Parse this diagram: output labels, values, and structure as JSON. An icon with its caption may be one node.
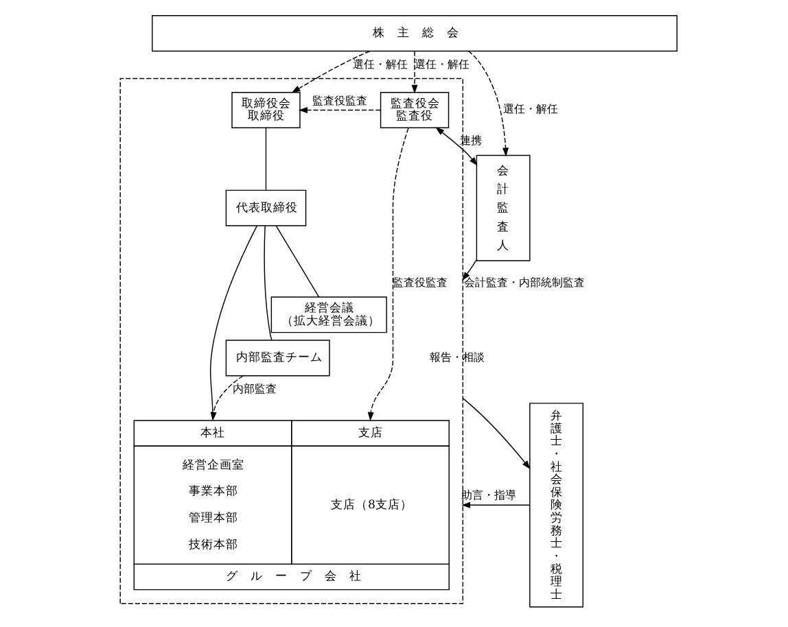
{
  "diagram": {
    "nodes": [
      {
        "text": [
          "株　主　総　会"
        ]
      },
      {
        "text": [
          "弁護士・社会保険労務士・税理士"
        ]
      },
      {
        "text": [],
        "shape": "box"
      },
      {
        "text": [
          "取締役会",
          "取締役"
        ],
        "in": 2
      },
      {
        "text": [
          "監査役会",
          "監査役"
        ],
        "in": 2
      },
      {
        "text": [
          "代表取締役"
        ],
        "in": 2
      },
      {
        "text": [
          "経営会議",
          "（拡大経営会議）"
        ],
        "in": 2
      },
      {
        "text": [
          "内部監査チーム"
        ],
        "in": 2
      },
      {
        "text": [
          "本社",
          "支店",
          "経営企画室",
          "事業本部",
          "管理本部",
          "技術本部",
          "支店（8支店）",
          "グ　ル　ー　プ　会　社"
        ],
        "in": 2
      },
      {
        "text": [
          "会計監査人"
        ]
      }
    ],
    "edges": [
      {
        "from": 0,
        "to": 3,
        "arrow": "to",
        "label": "選任・解任",
        "style": "dashed"
      },
      {
        "from": 0,
        "to": 4,
        "arrow": "to",
        "label": "選任・解任",
        "style": "dashed"
      },
      {
        "from": 0,
        "to": 9,
        "arrow": "to",
        "label": "選任・解任",
        "style": "dashed"
      },
      {
        "from": 4,
        "to": 3,
        "arrow": "to",
        "label": "監査役監査",
        "style": "dashed"
      },
      {
        "from": 4,
        "to": 9,
        "arrow": "both",
        "label": "連携"
      },
      {
        "from": 3,
        "to": 5,
        "arrow": "none"
      },
      {
        "from": 5,
        "to": 6,
        "arrow": "none"
      },
      {
        "from": 5,
        "to": 7,
        "arrow": "none"
      },
      {
        "from": 5,
        "to": 8,
        "arrow": "none"
      },
      {
        "from": 7,
        "to": 8,
        "arrow": "to",
        "label": "内部監査",
        "style": "dashed"
      },
      {
        "from": 4,
        "to": 8,
        "arrow": "to",
        "label": "監査役監査",
        "style": "dashed"
      },
      {
        "from": 2,
        "to": 1,
        "arrow": "to",
        "label": "報告・相談"
      },
      {
        "from": 1,
        "to": 2,
        "arrow": "to",
        "label": "助言・指導"
      },
      {
        "from": 9,
        "to": 2,
        "arrow": "to",
        "label": "会計監査・内部統制監査"
      }
    ]
  }
}
